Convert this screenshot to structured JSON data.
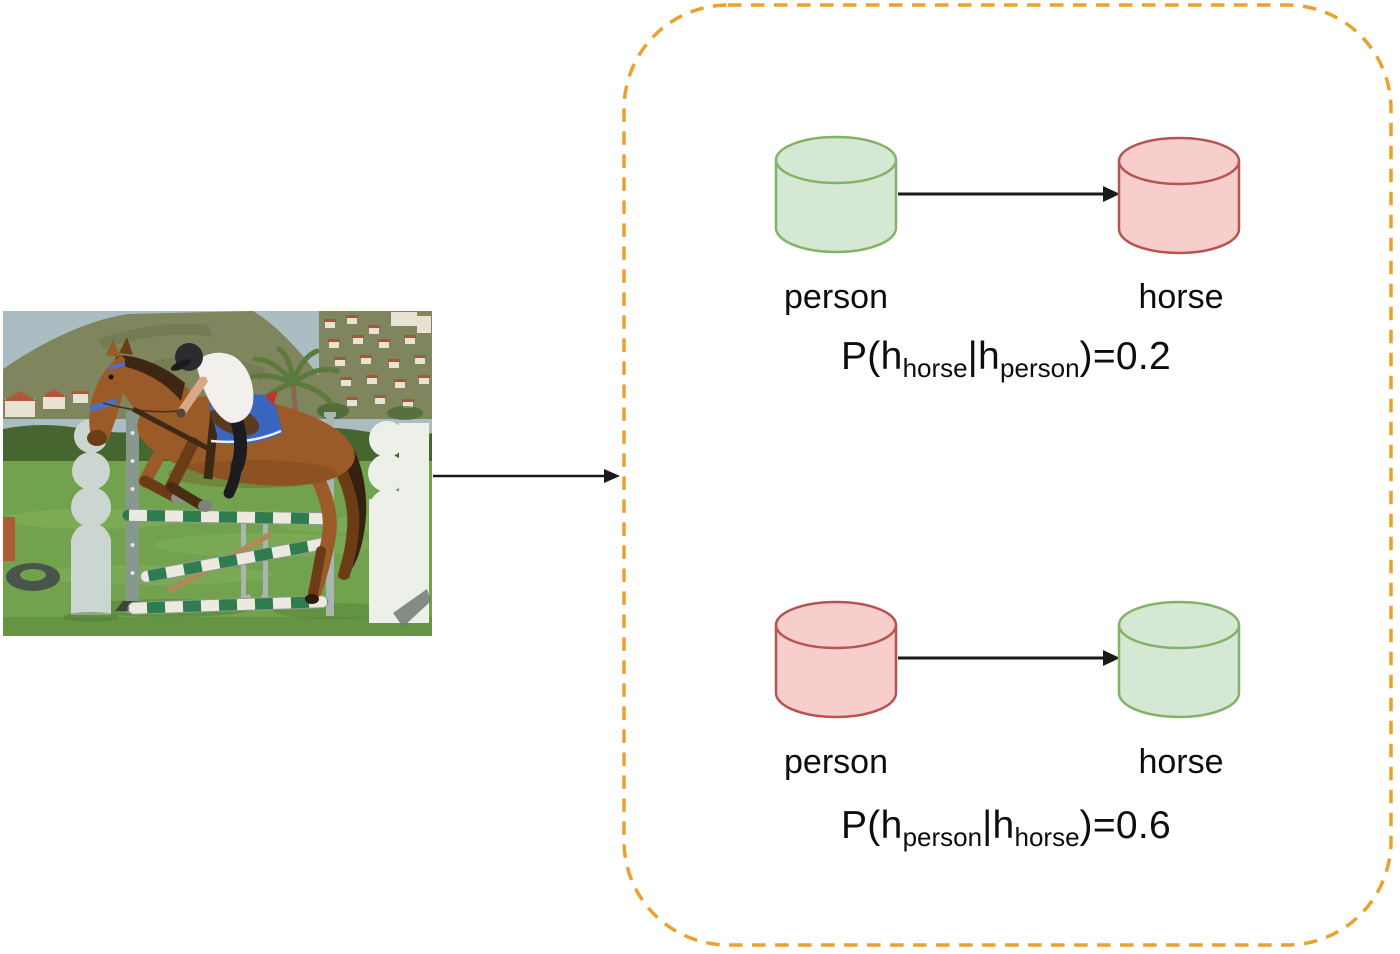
{
  "figure": {
    "photo": {
      "description": "Rider in a white shirt and dark helmet on a brown horse jumping a green-and-white striped obstacle, with a mountain, hillside houses and a palm tree behind"
    },
    "rows": [
      {
        "source": {
          "label": "person",
          "fill": "#d5e8d4",
          "stroke": "#82b366"
        },
        "target": {
          "label": "horse",
          "fill": "#f8cecc",
          "stroke": "#b85450"
        },
        "formula": {
          "p1": "P(h",
          "sub1": "horse",
          "p2": "|h",
          "sub2": "person",
          "p3": ")=0.2"
        }
      },
      {
        "source": {
          "label": "person",
          "fill": "#f8cecc",
          "stroke": "#b85450"
        },
        "target": {
          "label": "horse",
          "fill": "#d5e8d4",
          "stroke": "#82b366"
        },
        "formula": {
          "p1": "P(h",
          "sub1": "person",
          "p2": "|h",
          "sub2": "horse",
          "p3": ")=0.6"
        }
      }
    ]
  },
  "colors": {
    "box_dash": "#eaa22f",
    "arrow": "#1a1a1a",
    "text": "#0d0d0d",
    "photo_sky": "#a9bdc3",
    "photo_mountain": "#7f855c",
    "photo_mountain_shade": "#6c744d",
    "photo_hill_house_wall": "#e9e2d2",
    "photo_hill_roof": "#9c5a40",
    "photo_left_roof": "#b0583a",
    "photo_palm": "#5c7a3c",
    "photo_trunk": "#8a6a48",
    "photo_hedge": "#466630",
    "photo_grass": "#72a24d",
    "photo_grass_light": "#85b35c",
    "photo_horse": "#9a5b28",
    "photo_horse_dark": "#6b3c16",
    "photo_mane": "#342110",
    "photo_shirt": "#f2f0ec",
    "photo_helmet": "#2b2b30",
    "photo_saddle": "#3a66c0",
    "photo_boot": "#1c1c20",
    "photo_pole_green": "#2f7d4c",
    "photo_pole_white": "#ece9e0",
    "photo_standard": "#aab6b2",
    "photo_wing_left": "#ccd6d0",
    "photo_wing_right": "#edefe9",
    "photo_tire": "#49544b",
    "photo_rust": "#ad5c33",
    "photo_shadow": "#4e7a36"
  }
}
